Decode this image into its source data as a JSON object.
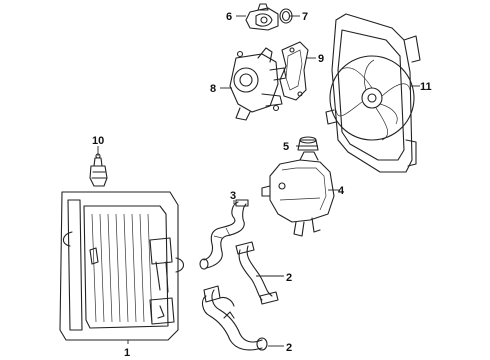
{
  "callouts": {
    "c1": "1",
    "c2a": "2",
    "c2b": "2",
    "c3": "3",
    "c4": "4",
    "c5": "5",
    "c6": "6",
    "c7": "7",
    "c8": "8",
    "c9": "9",
    "c10": "10",
    "c11": "11"
  },
  "colors": {
    "line": "#222222",
    "background": "#ffffff"
  }
}
